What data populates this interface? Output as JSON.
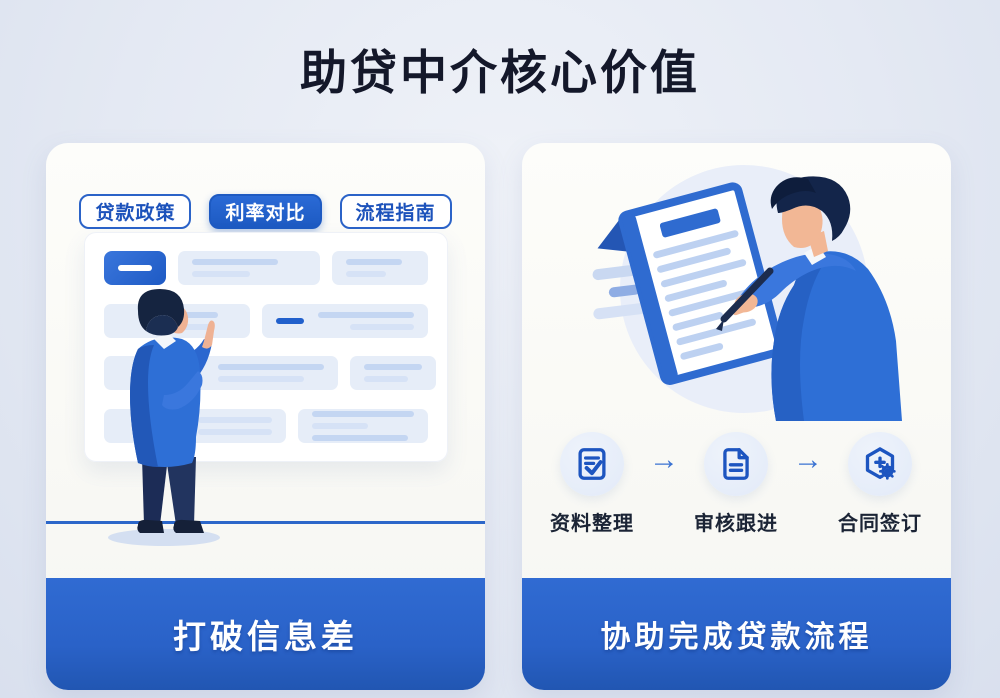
{
  "title": "助贷中介核心价值",
  "left_card": {
    "tabs": [
      {
        "label": "贷款政策",
        "active": false
      },
      {
        "label": "利率对比",
        "active": true
      },
      {
        "label": "流程指南",
        "active": false
      }
    ],
    "banner": "打破信息差"
  },
  "right_card": {
    "steps": [
      {
        "label": "资料整理",
        "icon": "doc-check-icon"
      },
      {
        "label": "审核跟进",
        "icon": "doc-file-icon"
      },
      {
        "label": "合同签订",
        "icon": "contract-seal-icon"
      }
    ],
    "arrow": "→",
    "banner": "协助完成贷款流程"
  },
  "colors": {
    "accent_blue": "#2a63c8",
    "tab_active_blue": "#1e5ac2",
    "banner_blue": "#2a62c8",
    "title_color": "#14182a",
    "card_bg": "#f9f9f5",
    "page_bg": "#e4e9f3",
    "skeleton_block": "#e6edf8",
    "skeleton_line": "#c4d6f2"
  }
}
